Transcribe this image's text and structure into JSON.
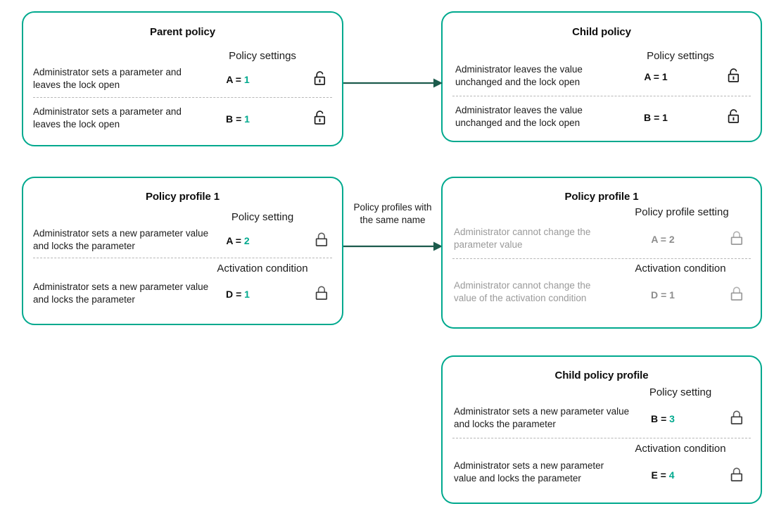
{
  "colors": {
    "card_border": "#00a98e",
    "accent_value": "#00a98e",
    "arrow": "#1c5b4c",
    "text": "#1c1c1c",
    "disabled_text": "#9a9a9a",
    "divider": "#b7b7b7"
  },
  "cards": {
    "parent_policy": {
      "title": "Parent policy",
      "rows": [
        {
          "header": "Policy settings",
          "description": "Administrator sets a parameter and leaves the lock open",
          "param": "A",
          "equals": "=",
          "value": "1",
          "lock": "lock-open-icon"
        },
        {
          "header": "",
          "description": "Administrator sets a parameter and  leaves the lock open",
          "param": "B",
          "equals": "=",
          "value": "1",
          "lock": "lock-open-icon"
        }
      ]
    },
    "child_policy": {
      "title": "Child policy",
      "rows": [
        {
          "header": "Policy settings",
          "description": "Administrator leaves the value unchanged and the lock open",
          "param": "A",
          "equals": "=",
          "value": "1",
          "lock": "lock-open-icon"
        },
        {
          "header": "",
          "description": "Administrator leaves the value unchanged and the lock open",
          "param": "B",
          "equals": "=",
          "value": "1",
          "lock": "lock-open-icon"
        }
      ]
    },
    "policy_profile_1_left": {
      "title": "Policy profile 1",
      "rows": [
        {
          "header": "Policy setting",
          "description": "Administrator sets a new parameter value and locks the parameter",
          "param": "A",
          "equals": "=",
          "value": "2",
          "lock": "lock-closed-icon"
        },
        {
          "header": "Activation condition",
          "description": "Administrator sets a new parameter value and locks the parameter",
          "param": "D",
          "equals": "=",
          "value": "1",
          "lock": "lock-closed-icon"
        }
      ]
    },
    "policy_profile_1_right": {
      "title": "Policy profile 1",
      "rows": [
        {
          "header": "Policy profile setting",
          "description": "Administrator cannot change the parameter value",
          "param": "A",
          "equals": "=",
          "value": "2",
          "lock": "lock-closed-icon"
        },
        {
          "header": "Activation condition",
          "description": "Administrator cannot change the value of the activation condition",
          "param": "D",
          "equals": "=",
          "value": "1",
          "lock": "lock-closed-icon"
        }
      ]
    },
    "child_policy_profile": {
      "title": "Child policy profile",
      "rows": [
        {
          "header": "Policy setting",
          "description": "Administrator sets a new parameter  value and locks the parameter",
          "param": "B",
          "equals": "=",
          "value": "3",
          "lock": "lock-closed-icon"
        },
        {
          "header": "Activation condition",
          "description": "Administrator sets a new parameter value and locks the parameter",
          "param": "E",
          "equals": "=",
          "value": "4",
          "lock": "lock-closed-icon"
        }
      ]
    }
  },
  "arrows": {
    "top": {
      "label": ""
    },
    "middle": {
      "label": "Policy profiles with the same name"
    }
  }
}
